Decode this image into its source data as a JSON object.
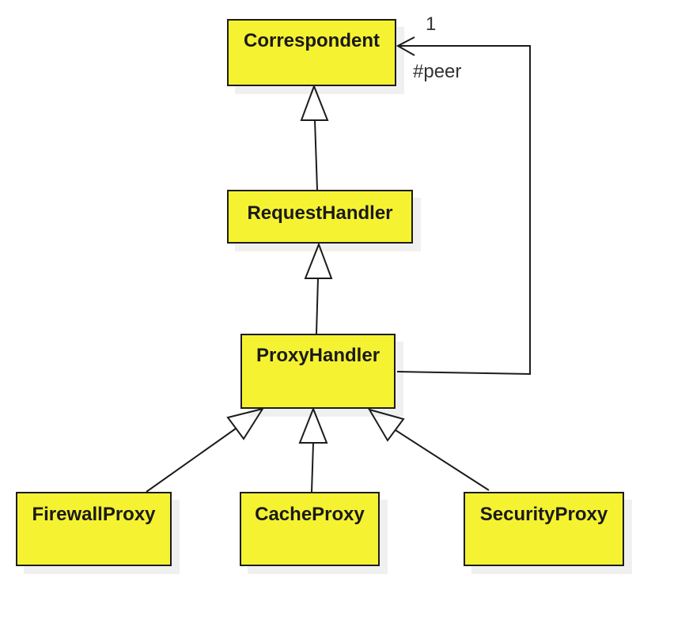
{
  "diagram": {
    "type": "uml-class-diagram",
    "fill_color": "#f5f232",
    "border_color": "#1c1c1c",
    "line_color": "#1c1c1c",
    "classes": {
      "correspondent": "Correspondent",
      "request_handler": "RequestHandler",
      "proxy_handler": "ProxyHandler",
      "firewall_proxy": "FirewallProxy",
      "cache_proxy": "CacheProxy",
      "security_proxy": "SecurityProxy"
    },
    "association": {
      "from": "ProxyHandler",
      "to": "Correspondent",
      "multiplicity": "1",
      "role": "#peer"
    },
    "generalizations": [
      {
        "child": "RequestHandler",
        "parent": "Correspondent"
      },
      {
        "child": "ProxyHandler",
        "parent": "RequestHandler"
      },
      {
        "child": "FirewallProxy",
        "parent": "ProxyHandler"
      },
      {
        "child": "CacheProxy",
        "parent": "ProxyHandler"
      },
      {
        "child": "SecurityProxy",
        "parent": "ProxyHandler"
      }
    ]
  }
}
